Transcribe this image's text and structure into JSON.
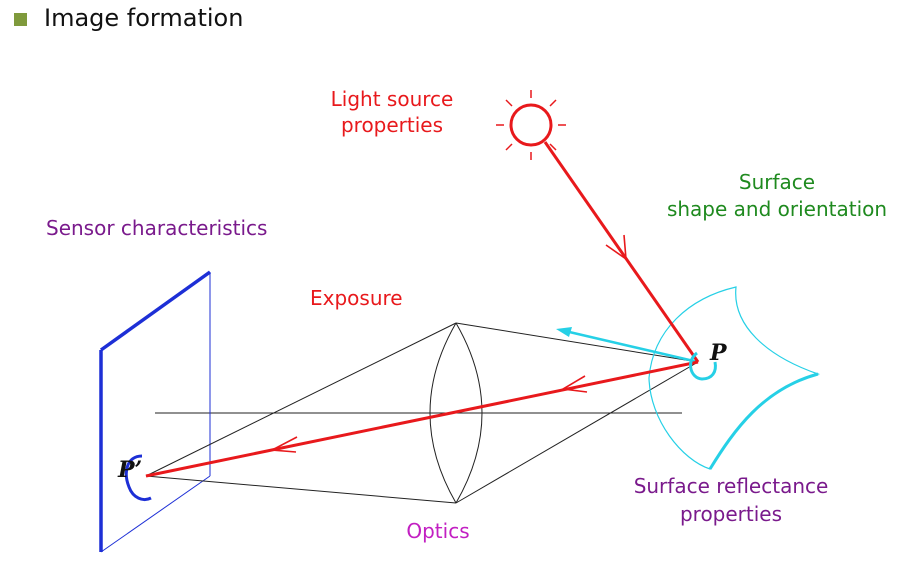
{
  "heading": {
    "title": "Image formation"
  },
  "labels": {
    "light_source_line1": "Light source",
    "light_source_line2": "properties",
    "surface_shape_line1": "Surface",
    "surface_shape_line2": "shape and orientation",
    "sensor": "Sensor characteristics",
    "exposure": "Exposure",
    "reflectance_line1": "Surface reflectance",
    "reflectance_line2": "properties",
    "optics": "Optics",
    "point_p": "P",
    "point_p_prime": "P’"
  },
  "colors": {
    "red": "#e8191c",
    "purple": "#7a1a8c",
    "green": "#1f8a1f",
    "magenta": "#c21fc2",
    "blue": "#1d2fd6",
    "cyan": "#26d0e6",
    "bullet": "#7f9a3c"
  }
}
